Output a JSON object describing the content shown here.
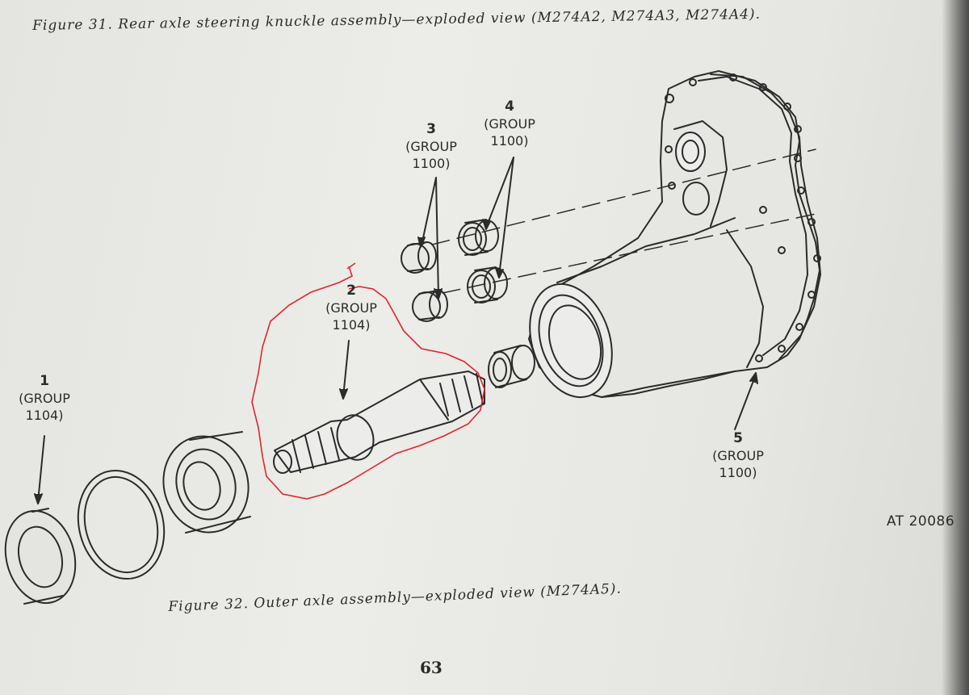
{
  "figure_31_caption": "Figure 31.  Rear axle steering knuckle assembly—exploded view  (M274A2, M274A3, M274A4).",
  "figure_32_caption": "Figure 32.   Outer axle assembly—exploded view  (M274A5).",
  "callouts": [
    {
      "number": "1",
      "group": "(GROUP",
      "group_num": "1104)"
    },
    {
      "number": "2",
      "group": "(GROUP",
      "group_num": "1104)"
    },
    {
      "number": "3",
      "group": "(GROUP",
      "group_num": "1100)"
    },
    {
      "number": "4",
      "group": "(GROUP",
      "group_num": "1100)"
    },
    {
      "number": "5",
      "group": "(GROUP",
      "group_num": "1100)"
    }
  ],
  "art_reference": "AT 20086",
  "page_number": "63",
  "colors": {
    "paper": "#e8e8e4",
    "ink": "#2b2b2b",
    "highlight": "#e0262b"
  }
}
